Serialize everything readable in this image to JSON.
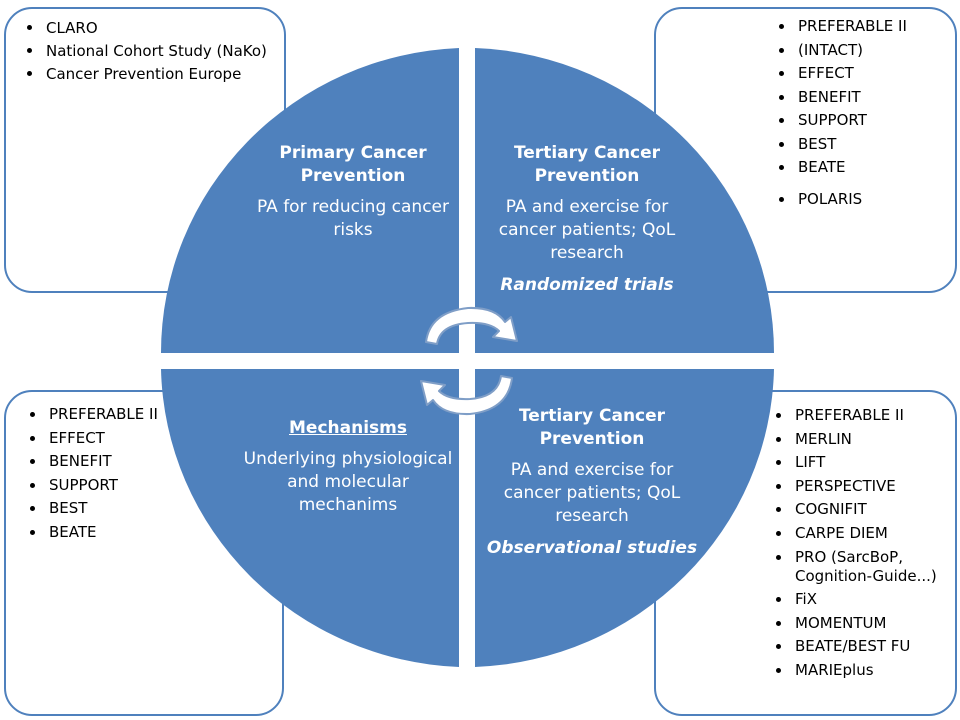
{
  "boxes": {
    "top_left": [
      "CLARO",
      "National Cohort Study (NaKo)",
      "Cancer Prevention Europe"
    ],
    "top_right": [
      "PREFERABLE II",
      "(INTACT)",
      "EFFECT",
      "BENEFIT",
      "SUPPORT",
      "BEST",
      "BEATE",
      "POLARIS"
    ],
    "bottom_left": [
      "PREFERABLE II",
      "EFFECT",
      "BENEFIT",
      "SUPPORT",
      "BEST",
      "BEATE"
    ],
    "bottom_right": [
      "PREFERABLE II",
      "MERLIN",
      "LIFT",
      "PERSPECTIVE",
      "COGNIFIT",
      "CARPE DIEM",
      "PRO (SarcBoP, Cognition-Guide...)",
      "FiX",
      "MOMENTUM",
      "BEATE/BEST FU",
      "MARIEplus"
    ]
  },
  "quadrants": {
    "top_left": {
      "heading": "Primary Cancer Prevention",
      "body": "PA for reducing cancer risks"
    },
    "top_right": {
      "heading": "Tertiary Cancer Prevention",
      "body": "PA and exercise for cancer patients; QoL research",
      "note": "Randomized trials"
    },
    "bottom_left": {
      "heading": "Mechanisms",
      "body": "Underlying physiological and molecular mechanims"
    },
    "bottom_right": {
      "heading": "Tertiary Cancer Prevention",
      "body": "PA and exercise for cancer patients; QoL research",
      "note": "Observational  studies"
    }
  },
  "colors": {
    "circle_fill": "#4f81bd",
    "box_border": "#4f81bd",
    "arrow_fill": "#ffffff",
    "arrow_stroke": "#7f9ec7"
  }
}
